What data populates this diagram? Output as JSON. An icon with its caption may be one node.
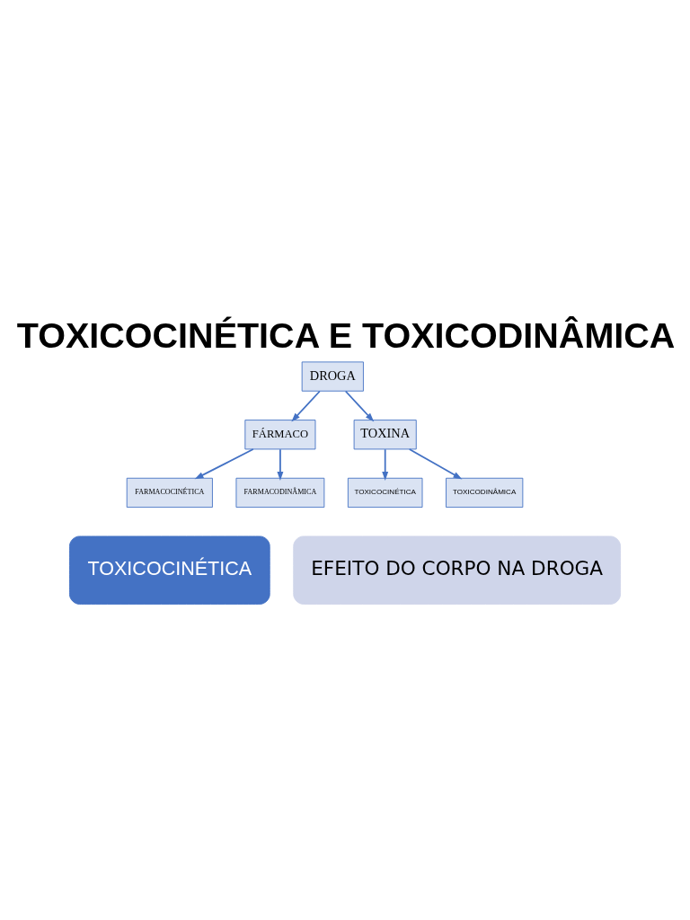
{
  "diagram": {
    "title": "TOXICOCINÉTICA E TOXICODINÂMICA",
    "nodes": [
      {
        "text": [
          "DROGA"
        ]
      },
      {
        "text": [
          "FÁRMACO"
        ]
      },
      {
        "text": [
          "TOXINA"
        ]
      },
      {
        "text": [
          "FARMACOCINÉTICA"
        ]
      },
      {
        "text": [
          "FARMACODINÂMICA"
        ]
      },
      {
        "text": [
          "TOXICOCINÉTICA"
        ]
      },
      {
        "text": [
          "TOXICODINÂMICA"
        ]
      },
      {
        "text": [
          "TOXICOCINÉTICA"
        ]
      },
      {
        "text": [
          "EFEITO DO CORPO NA DROGA"
        ]
      }
    ],
    "edges": [
      {
        "from": 0,
        "to": 1,
        "arrow": "to"
      },
      {
        "from": 0,
        "to": 2,
        "arrow": "to"
      },
      {
        "from": 1,
        "to": 3,
        "arrow": "to"
      },
      {
        "from": 1,
        "to": 4,
        "arrow": "to"
      },
      {
        "from": 2,
        "to": 5,
        "arrow": "to"
      },
      {
        "from": 2,
        "to": 6,
        "arrow": "to"
      }
    ]
  }
}
